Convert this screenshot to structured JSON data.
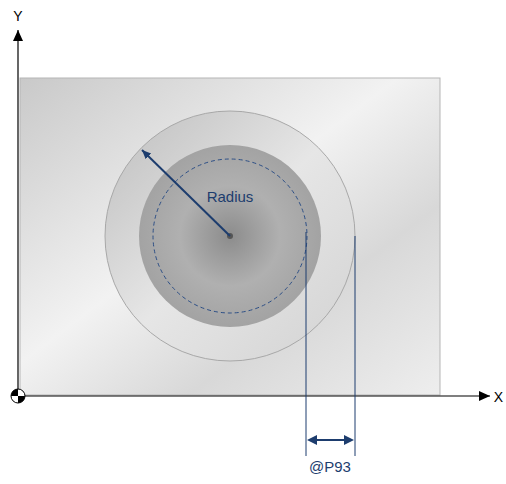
{
  "diagram": {
    "labels": [
      "Y",
      "X",
      "Radius",
      "@P93"
    ]
  }
}
